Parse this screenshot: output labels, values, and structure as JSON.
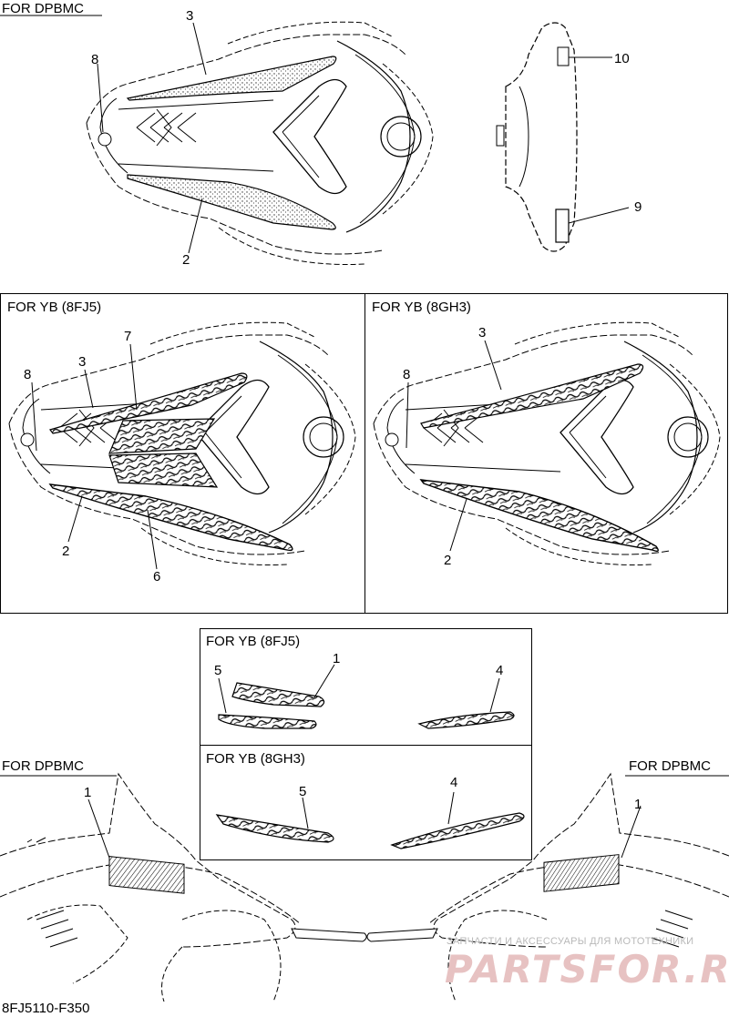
{
  "labels": {
    "top_left": "FOR DPBMC",
    "mid_left": "FOR YB (8FJ5)",
    "mid_right": "FOR YB (8GH3)",
    "inset_top": "FOR YB (8FJ5)",
    "inset_bottom": "FOR YB (8GH3)",
    "bottom_left": "FOR DPBMC",
    "bottom_right": "FOR DPBMC"
  },
  "callouts": {
    "top_3": "3",
    "top_8": "8",
    "top_2": "2",
    "top_10": "10",
    "top_9": "9",
    "ml_7": "7",
    "ml_3": "3",
    "ml_8": "8",
    "ml_2": "2",
    "ml_6": "6",
    "mr_3": "3",
    "mr_8": "8",
    "mr_2": "2",
    "it_1": "1",
    "it_5": "5",
    "it_4": "4",
    "ib_5": "5",
    "ib_4": "4",
    "bl_1": "1",
    "br_1": "1"
  },
  "watermark": {
    "line1": "ЗАПЧАСТИ И АКСЕССУАРЫ ДЛЯ МОТОТЕХНИКИ",
    "line2": "PARTSFOR.RU"
  },
  "diagram_code": "8FJ5110-F350",
  "colors": {
    "ink": "#000000",
    "watermark_red": "#e7c2c2",
    "watermark_gray": "#b9b9b9"
  }
}
